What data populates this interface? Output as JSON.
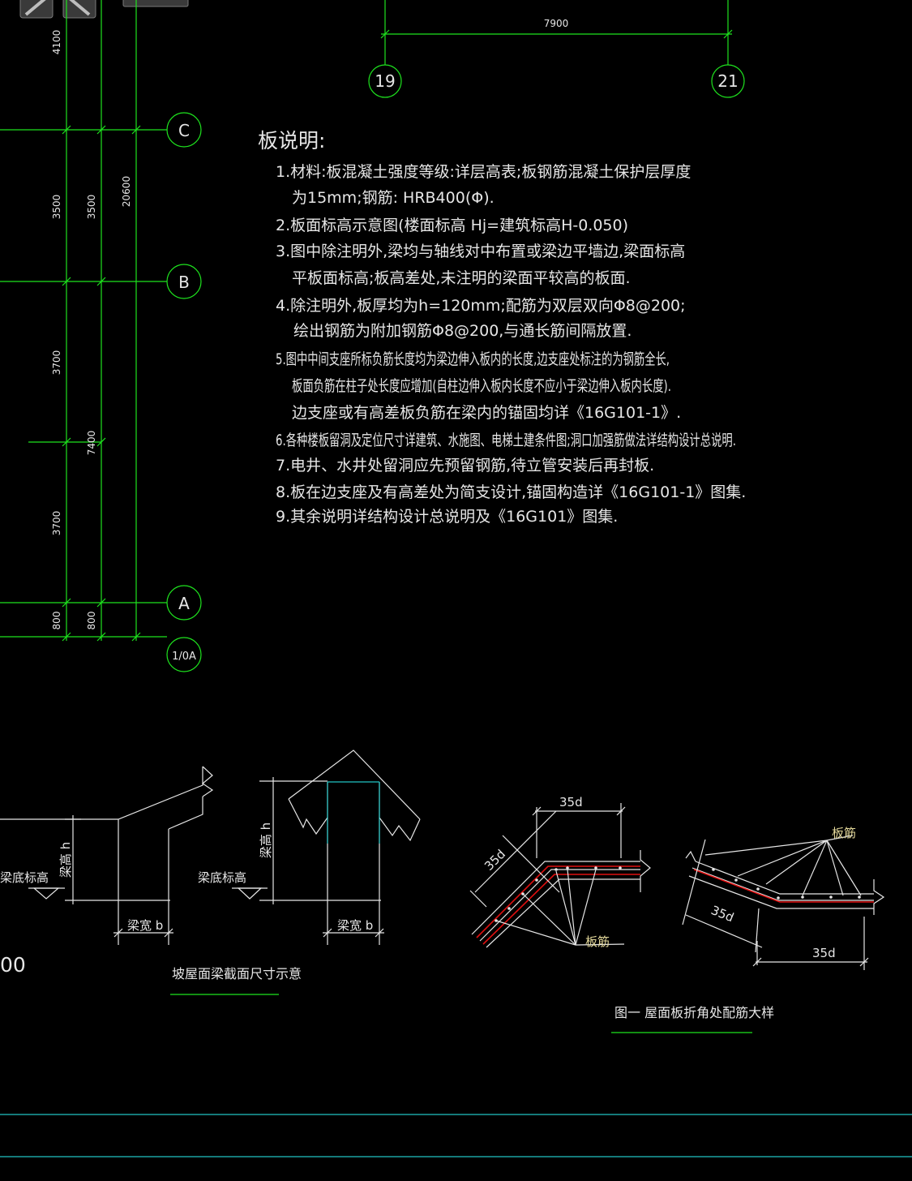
{
  "top_dimension": "7900",
  "axes_vertical": [
    "19",
    "21"
  ],
  "axes_horizontal": [
    "C",
    "B",
    "A",
    "1/0A"
  ],
  "left_dimensions": {
    "col1": [
      "4100",
      "3500",
      "3700",
      "3700",
      "800"
    ],
    "col2": [
      "3500",
      "7400",
      "800"
    ],
    "col3": [
      "20600"
    ]
  },
  "notes": {
    "title": "板说明:",
    "lines": [
      "1.材料:板混凝土强度等级:详层高表;板钢筋混凝土保护层厚度",
      "为15mm;钢筋: HRB400(Φ).",
      "2.板面标高示意图(楼面标高 Hj=建筑标高H-0.050)",
      "3.图中除注明外,梁均与轴线对中布置或梁边平墙边,梁面标高",
      "平板面标高;板高差处,未注明的梁面平较高的板面.",
      "4.除注明外,板厚均为h=120mm;配筋为双层双向Φ8@200;",
      "绘出钢筋为附加钢筋Φ8@200,与通长筋间隔放置.",
      "5.图中中间支座所标负筋长度均为梁边伸入板内的长度,边支座处标注的为钢筋全长,",
      "板面负筋在柱子处长度应增加(自柱边伸入板内长度不应小于梁边伸入板内长度).",
      "边支座或有高差板负筋在梁内的锚固均详《16G101-1》.",
      "6.各种楼板留洞及定位尺寸详建筑、水施图、电梯土建条件图;洞口加强筋做法详结构设计总说明.",
      "7.电井、水井处留洞应先预留钢筋,待立管安装后再封板.",
      "8.板在边支座及有高差处为简支设计,锚固构造详《16G101-1》图集.",
      "9.其余说明详结构设计总说明及《16G101》图集."
    ]
  },
  "beam_detail": {
    "label_bottom_elev_1": "梁底标高",
    "label_bottom_elev_2": "梁底标高",
    "label_height_1": "梁高 h",
    "label_height_2": "梁高 h",
    "label_width_1": "梁宽 b",
    "label_width_2": "梁宽 b",
    "caption": "坡屋面梁截面尺寸示意",
    "partial_text": "00"
  },
  "rebar_detail": {
    "dim_35d_1": "35d",
    "dim_35d_2": "35d",
    "dim_35d_3": "35d",
    "dim_35d_4": "35d",
    "label_rebar_1": "板筋",
    "label_rebar_2": "板筋",
    "caption": "图一  屋面板折角处配筋大样"
  },
  "colors": {
    "background": "#000000",
    "grid": "#1ee31e",
    "linework": "#e6e6e6",
    "cyan": "#20c4c4",
    "rebar": "#e01010",
    "rebar_label": "#e3d89a"
  }
}
